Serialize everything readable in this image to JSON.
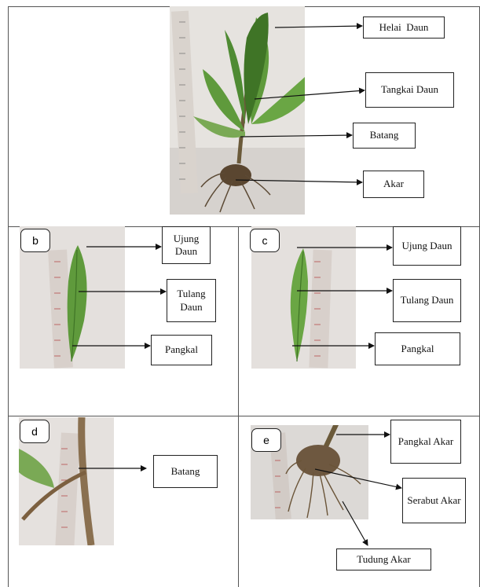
{
  "panel_a": {
    "labels": [
      "Helai  Daun",
      "Tangkai Daun",
      "Batang",
      "Akar"
    ]
  },
  "panel_b": {
    "tag": "b",
    "labels": [
      "Ujung Daun",
      "Tulang Daun",
      "Pangkal"
    ]
  },
  "panel_c": {
    "tag": "c",
    "labels": [
      "Ujung Daun",
      "Tulang Daun",
      "Pangkal"
    ]
  },
  "panel_d": {
    "tag": "d",
    "labels": [
      "Batang"
    ]
  },
  "panel_e": {
    "tag": "e",
    "labels": [
      "Pangkal Akar",
      "Serabut Akar",
      "Tudung Akar"
    ]
  },
  "colors": {
    "leaf": "#5f9a3c",
    "leaf_dark": "#3f7426",
    "ruler": "#d9d3cd",
    "background": "#e6e3df"
  }
}
